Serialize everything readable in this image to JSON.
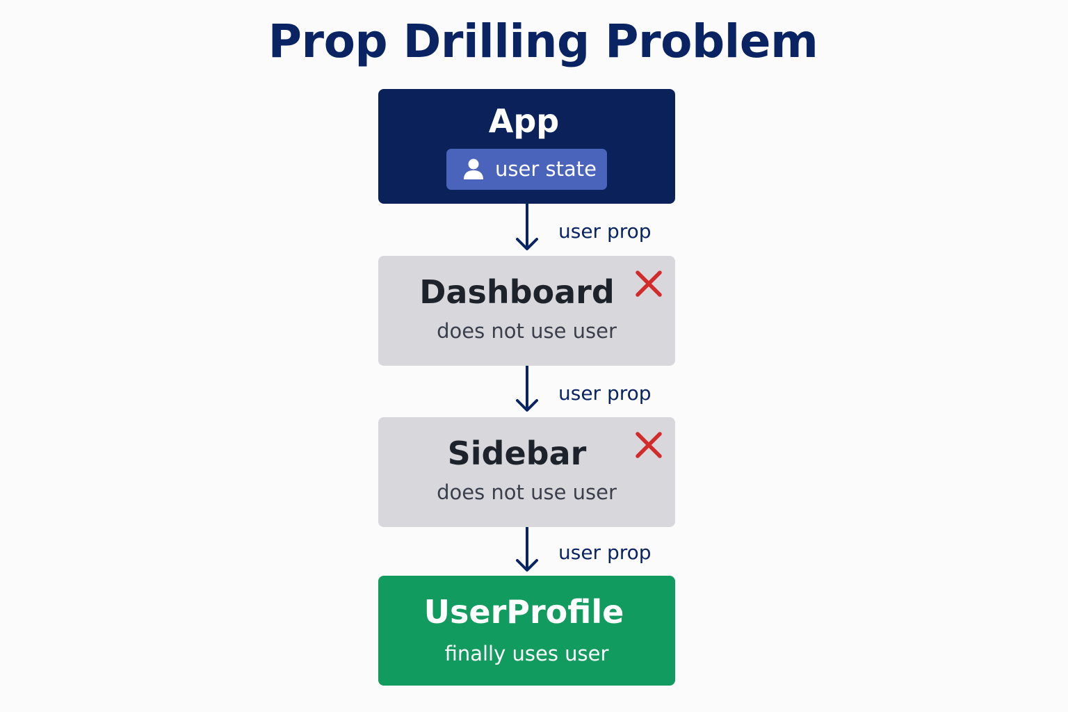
{
  "title": "Prop Drilling Problem",
  "colors": {
    "app_box": "#0a2259",
    "state_pill": "#4a63bb",
    "unused_box": "#d8d8dc",
    "consumer_box": "#129b5f",
    "arrow": "#0a2463",
    "x_mark": "#d12b2b"
  },
  "nodes": {
    "app": {
      "title": "App",
      "pill": {
        "icon": "user-icon",
        "label": "user state"
      }
    },
    "dashboard": {
      "title": "Dashboard",
      "subtitle": "does not use user",
      "status_icon": "x-mark-icon"
    },
    "sidebar": {
      "title": "Sidebar",
      "subtitle": "does not use user",
      "status_icon": "x-mark-icon"
    },
    "userprofile": {
      "title": "UserProfile",
      "subtitle": "finally uses user"
    }
  },
  "edges": [
    {
      "from": "App",
      "to": "Dashboard",
      "label": "user prop"
    },
    {
      "from": "Dashboard",
      "to": "Sidebar",
      "label": "user prop"
    },
    {
      "from": "Sidebar",
      "to": "UserProfile",
      "label": "user prop"
    }
  ]
}
